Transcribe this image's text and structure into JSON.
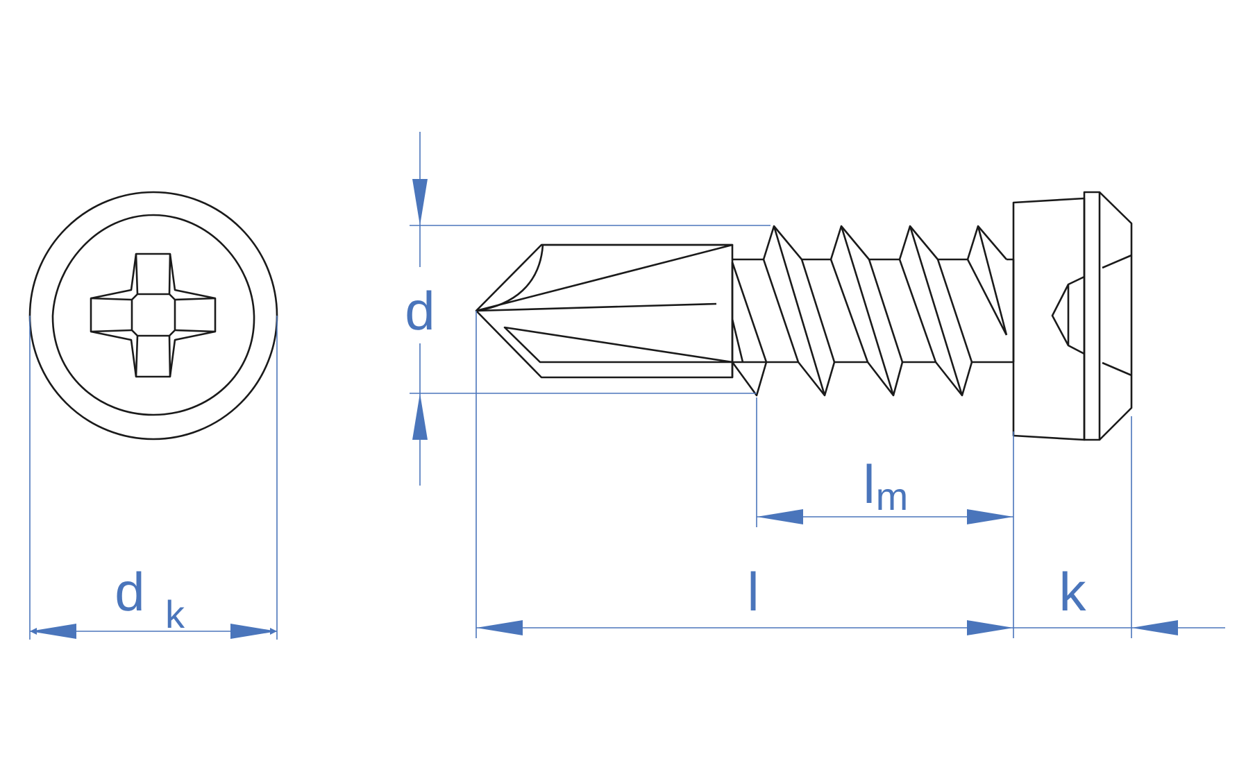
{
  "colors": {
    "outline": "#1a1a1a",
    "dimension": "#4a75bb",
    "background": "#ffffff"
  },
  "labels": {
    "head_diameter": {
      "main": "d",
      "sub": "k"
    },
    "thread_diameter": "d",
    "thread_length": {
      "main": "l",
      "sub": "m"
    },
    "length": "l",
    "head_height": "k"
  },
  "icons": {
    "head_top_view": "phillips-pan-head-icon",
    "screw_side_view": "self-drilling-screw-icon"
  }
}
